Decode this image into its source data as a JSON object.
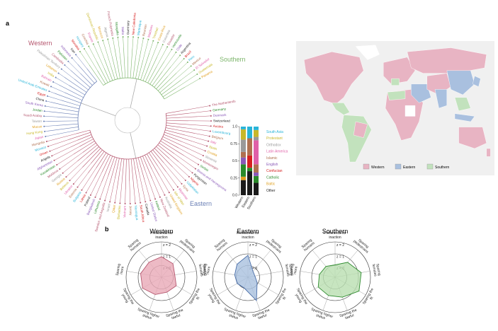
{
  "panel_labels": {
    "a": "a",
    "b": "b"
  },
  "cluster_labels": {
    "western": "Western",
    "eastern": "Eastern",
    "southern": "Southern"
  },
  "colors": {
    "western": "#b5566e",
    "eastern": "#6a7fb5",
    "southern": "#7cb56a",
    "map_western": "#e8b4c3",
    "map_eastern": "#a9c0df",
    "map_southern": "#c2e2bd",
    "map_nodata": "#ffffff",
    "map_bg": "#f0f0f0",
    "radar_western_fill": "#e8a9b6",
    "radar_western_line": "#b5566e",
    "radar_eastern_fill": "#a9c0df",
    "radar_eastern_line": "#4a6ea8",
    "radar_southern_fill": "#b9dfb0",
    "radar_southern_line": "#2e8b2e"
  },
  "tree_leaves": [
    "The Netherlands",
    "Germany",
    "Denmark",
    "Switzerland",
    "Austria",
    "Luxembourg",
    "Belgium",
    "Italy",
    "Spain",
    "Croatia",
    "Slovenia",
    "Montenegro",
    "Serbia",
    "Bosnia and Herzegovina",
    "Kyrgyzstan",
    "Nigeria",
    "Uzbekistan",
    "Syria",
    "Myanmar",
    "Isle of Man",
    "United Kingdom",
    "Australia",
    "New Zealand",
    "Ireland",
    "United States",
    "Canada",
    "South Africa",
    "Nicaragua",
    "Jersey",
    "Vietnam",
    "Barbados",
    "Qatar",
    "Israel",
    "Sweden and Anguilla",
    "Lithuania",
    "Bangladesh",
    "Poland",
    "Latvia",
    "Bulgaria",
    "Estonia",
    "Ukraine",
    "Belarus",
    "Russia",
    "Georgia",
    "Moldova",
    "Kazakhstan",
    "Afghanistan",
    "Angola",
    "Oman",
    "Monaco",
    "Mongolia",
    "Japan",
    "Hong Kong",
    "Macau",
    "Taiwan",
    "Saudi Arabia",
    "Jordan",
    "South Korea",
    "China",
    "Egypt",
    "United Arab Emirates",
    "Kuwait",
    "Bahrain",
    "India",
    "Lebanon",
    "Palestinian Territory",
    "Cambodia",
    "Pakistan",
    "Indonesia",
    "Iran",
    "Slovakia",
    "Hungary",
    "Czechia",
    "France",
    "Dominican Republic",
    "Morocco",
    "Algeria",
    "French Polynesia",
    "Mongolia",
    "Malta",
    "Guernsey",
    "New Caledonia",
    "Martinique",
    "Reunion",
    "Maldives",
    "Trinidad",
    "Costa Rica",
    "Colombia",
    "Ecuador",
    "Venezuela",
    "Chile",
    "Argentina",
    "Brazil",
    "Peru",
    "Mexico",
    "El Salvador",
    "Guatemala",
    "Panama"
  ],
  "bar_legend": [
    {
      "label": "South Asia",
      "color": "#28b4d8"
    },
    {
      "label": "Protestant",
      "color": "#c8b82a"
    },
    {
      "label": "Orthodox",
      "color": "#9a9a9a"
    },
    {
      "label": "Latin America",
      "color": "#e060a8"
    },
    {
      "label": "Islamic",
      "color": "#b07050"
    },
    {
      "label": "English",
      "color": "#8a5ab8"
    },
    {
      "label": "Confucian",
      "color": "#d62020"
    },
    {
      "label": "Catholic",
      "color": "#2a8a2a"
    },
    {
      "label": "Baltic",
      "color": "#e0a020"
    },
    {
      "label": "Other",
      "color": "#1a1a1a"
    }
  ],
  "map_legend": [
    {
      "label": "Western",
      "color": "#e8b4c3"
    },
    {
      "label": "Eastern",
      "color": "#a9c0df"
    },
    {
      "label": "Southern",
      "color": "#c2e2bd"
    }
  ],
  "chart_data": [
    {
      "type": "bar",
      "categories": [
        "Western",
        "Eastern",
        "Southern"
      ],
      "ylim": [
        0,
        1.0
      ],
      "yticks": [
        "0.0",
        "0.25",
        "0.5",
        "0.75",
        "1.0"
      ],
      "series": [
        {
          "name": "Other",
          "values": [
            0.22,
            0.35,
            0.18
          ]
        },
        {
          "name": "Baltic",
          "values": [
            0.05,
            0.0,
            0.0
          ]
        },
        {
          "name": "Catholic",
          "values": [
            0.18,
            0.05,
            0.1
          ]
        },
        {
          "name": "Confucian",
          "values": [
            0.0,
            0.18,
            0.0
          ]
        },
        {
          "name": "English",
          "values": [
            0.1,
            0.0,
            0.05
          ]
        },
        {
          "name": "Islamic",
          "values": [
            0.08,
            0.25,
            0.12
          ]
        },
        {
          "name": "Latin America",
          "values": [
            0.0,
            0.0,
            0.35
          ]
        },
        {
          "name": "Orthodox",
          "values": [
            0.18,
            0.0,
            0.05
          ]
        },
        {
          "name": "Protestant",
          "values": [
            0.15,
            0.0,
            0.1
          ]
        },
        {
          "name": "South Asia",
          "values": [
            0.04,
            0.17,
            0.05
          ]
        }
      ]
    },
    {
      "type": "radar",
      "panels": [
        {
          "title": "Western",
          "values": [
            0.58,
            0.5,
            0.38,
            0.48,
            0.45,
            0.52,
            0.62,
            0.6,
            0.55
          ]
        },
        {
          "title": "Eastern",
          "values": [
            0.62,
            0.22,
            0.2,
            0.3,
            0.7,
            0.32,
            0.35,
            0.38,
            0.48
          ]
        },
        {
          "title": "Southern",
          "values": [
            0.35,
            0.55,
            0.75,
            0.78,
            0.6,
            0.55,
            0.55,
            0.45,
            0.4
          ]
        }
      ],
      "axes": [
        "Preference for inaction",
        "Sparing pedestrians",
        "Sparing females",
        "Sparing the fit",
        "Sparing the lawful",
        "Sparing higher status",
        "Sparing the young",
        "Sparing more",
        "Sparing humans"
      ],
      "ring_labels": [
        "z = 2",
        "z = 1",
        "z = 0"
      ]
    }
  ]
}
